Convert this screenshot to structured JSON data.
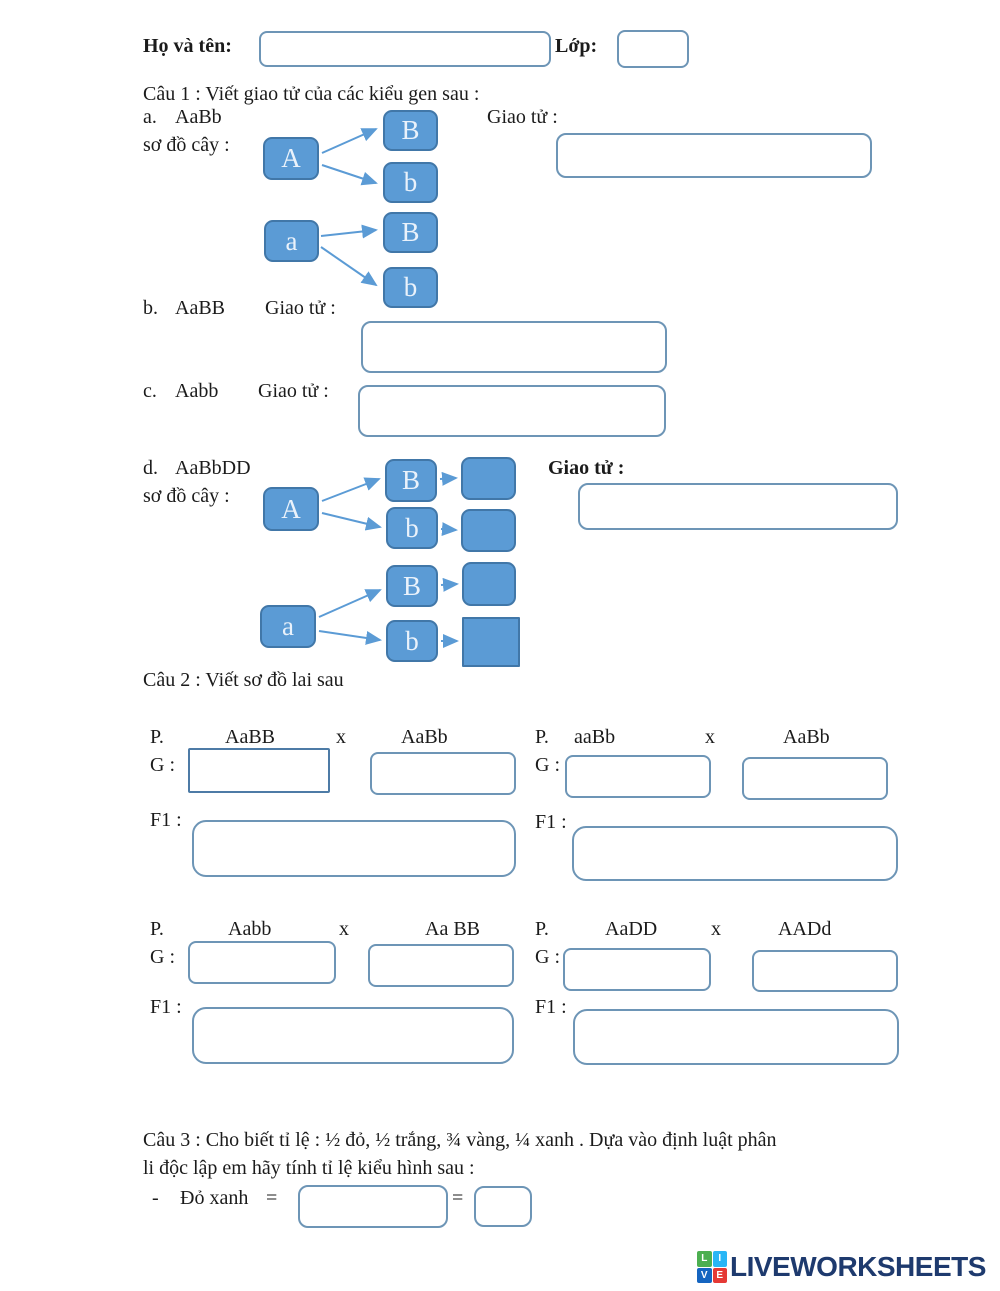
{
  "header": {
    "name_label": "Họ và tên:",
    "name_value": "",
    "class_label": "Lớp:",
    "class_value": ""
  },
  "q1": {
    "title": "Câu 1 : Viết giao tử của các kiểu gen sau :",
    "items": {
      "a": {
        "label": "a.",
        "genotype": "AaBb",
        "tree_label": "sơ đồ cây :",
        "gamete_label": "Giao tử :",
        "answer": ""
      },
      "b": {
        "label": "b.",
        "genotype": "AaBB",
        "gamete_label": "Giao tử :",
        "answer": ""
      },
      "c": {
        "label": "c.",
        "genotype": "Aabb",
        "gamete_label": "Giao tử :",
        "answer": ""
      },
      "d": {
        "label": "d.",
        "genotype": "AaBbDD",
        "tree_label": "sơ đồ cây :",
        "gamete_label": "Giao tử :",
        "answer": ""
      }
    },
    "tree_a": {
      "p1": "A",
      "p1c1": "B",
      "p1c2": "b",
      "p2": "a",
      "p2c1": "B",
      "p2c2": "b"
    },
    "tree_d": {
      "p1": "A",
      "p1c1": "B",
      "p1c2": "b",
      "p2": "a",
      "p2c1": "B",
      "p2c2": "b"
    }
  },
  "q2": {
    "title": "Câu 2 : Viết sơ đồ lai sau",
    "crosses": [
      {
        "p_label": "P.",
        "parent1": "AaBB",
        "x_label": "x",
        "parent2": "AaBb",
        "g_label": "G :",
        "f1_label": "F1 :",
        "g1": "",
        "g2": "",
        "f1": ""
      },
      {
        "p_label": "P.",
        "parent1": "aaBb",
        "x_label": "x",
        "parent2": "AaBb",
        "g_label": "G :",
        "f1_label": "F1 :",
        "g1": "",
        "g2": "",
        "f1": ""
      },
      {
        "p_label": "P.",
        "parent1": "Aabb",
        "x_label": "x",
        "parent2": "Aa BB",
        "g_label": "G :",
        "f1_label": "F1 :",
        "g1": "",
        "g2": "",
        "f1": ""
      },
      {
        "p_label": "P.",
        "parent1": "AaDD",
        "x_label": "x",
        "parent2": "AADd",
        "g_label": "G :",
        "f1_label": "F1 :",
        "g1": "",
        "g2": "",
        "f1": ""
      }
    ]
  },
  "q3": {
    "line1": "Câu 3 : Cho biết tỉ lệ : ½ đỏ, ½ trắng, ¾ vàng, ¼ xanh . Dựa vào định luật phân",
    "line2": "li độc lập em hãy tính tỉ lệ kiểu hình sau :",
    "dash": "-",
    "item_label": "Đỏ xanh",
    "eq1": "=",
    "eq2": "=",
    "answer1": "",
    "answer2": ""
  },
  "footer": {
    "logo_text": "LIVEWORKSHEETS",
    "logo_text_color": "#1e3a6e",
    "logo_tiles": [
      {
        "letter": "L",
        "color": "#4caf50"
      },
      {
        "letter": "I",
        "color": "#29b6f6"
      },
      {
        "letter": "V",
        "color": "#1565c0"
      },
      {
        "letter": "E",
        "color": "#e53935"
      }
    ]
  },
  "colors": {
    "node_fill": "#5b9bd5",
    "node_border": "#4177a8",
    "answer_box_border": "#6d95b6",
    "arrow": "#5b9bd5"
  }
}
